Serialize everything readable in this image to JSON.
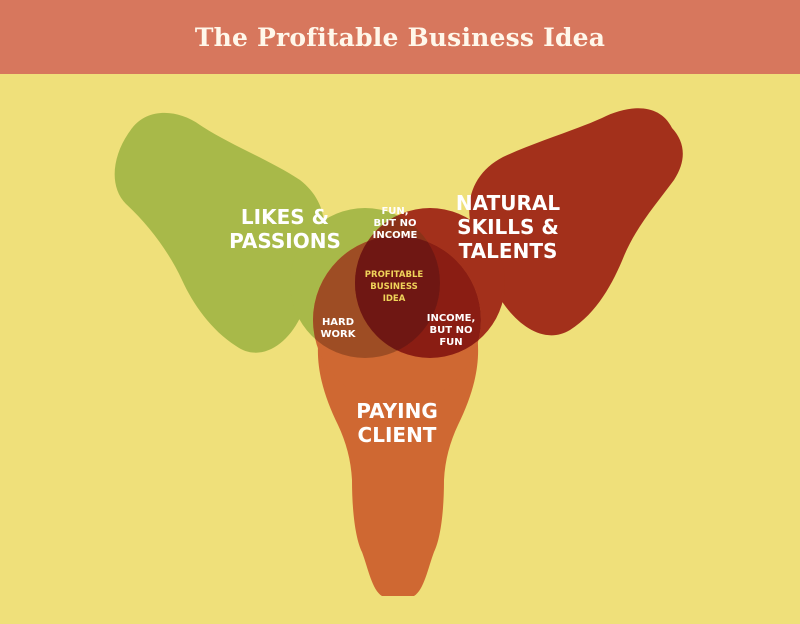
{
  "header": {
    "title": "The Profitable Business Idea"
  },
  "colors": {
    "background": "#efe07a",
    "header": "#d7775d",
    "likes": "#a8b949",
    "skills": "#a3301b",
    "client": "#cf6832",
    "center_text": "#f0d45a"
  },
  "diagram": {
    "likes": {
      "line1": "LIKES &",
      "line2": "PASSIONS"
    },
    "skills": {
      "line1": "NATURAL",
      "line2": "SKILLS &",
      "line3": "TALENTS"
    },
    "client": {
      "line1": "PAYING",
      "line2": "CLIENT"
    },
    "fun_no_income": {
      "line1": "FUN,",
      "line2": "BUT NO",
      "line3": "INCOME"
    },
    "hard_work": {
      "line1": "HARD",
      "line2": "WORK"
    },
    "income_no_fun": {
      "line1": "INCOME,",
      "line2": "BUT NO",
      "line3": "FUN"
    },
    "profitable": {
      "line1": "PROFITABLE",
      "line2": "BUSINESS",
      "line3": "IDEA"
    }
  }
}
